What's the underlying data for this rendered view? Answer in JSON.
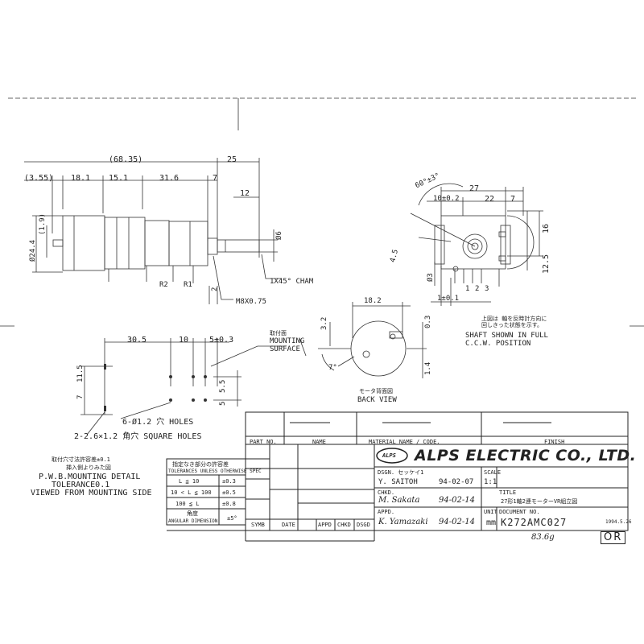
{
  "side_view": {
    "dim_overall": "(68.35)",
    "dim_shaft": "25",
    "dim_3_55": "(3.55)",
    "dim_18_1": "18.1",
    "dim_15_1": "15.1",
    "dim_31_6": "31.6",
    "dim_7": "7",
    "dim_12": "12",
    "dim_19": "(1.9)",
    "dim_24_4": "Ø24.4",
    "dim_6": "Ø6",
    "cham": "1X45° CHAM",
    "thread": "M8X0.75",
    "dim_2": "2",
    "r2": "R2",
    "r1": "R1"
  },
  "front_view": {
    "angle": "60°±3°",
    "dim_27": "27",
    "dim_10": "10±0.2",
    "dim_22": "22",
    "dim_7": "7",
    "dim_45": "4.5",
    "dim_16": "16",
    "dim_125": "12.5",
    "dim_3": "Ø3",
    "dim_1": "1±0.1",
    "pin1": "1",
    "pin2": "2",
    "pin3": "3",
    "note_jp": "上図は 軸を反時計方向に回しきった状態を示す。",
    "note_line1": "SHAFT SHOWN IN FULL",
    "note_line2": "C.C.W. POSITION"
  },
  "back_view": {
    "dim_18_2": "18.2",
    "dim_3_2": "3.2",
    "dim_0_3": "0.3",
    "dim_1_4": "1.4",
    "angle": "7°",
    "label_jp": "モータ背面図",
    "label": "BACK VIEW"
  },
  "mounting": {
    "surface_jp": "取付面",
    "surface_line1": "MOUNTING",
    "surface_line2": "SURFACE",
    "dim_30_5": "30.5",
    "dim_10": "10",
    "dim_5": "5±0.3",
    "dim_11_5": "11.5",
    "dim_7": "7",
    "dim_5_5": "5.5",
    "dim_5b": "5",
    "holes": "6-Ø1.2 穴 HOLES",
    "square_holes": "2-2.6×1.2 角穴 SQUARE HOLES",
    "tol_jp": "取付穴寸法許容差±0.1",
    "view_jp": "挿入側よりみた図",
    "detail": "P.W.B.MOUNTING DETAIL",
    "tolerance": "TOLERANCE0.1",
    "viewed": "VIEWED FROM MOUNTING SIDE"
  },
  "title_block": {
    "col_part_no": "PART NO.",
    "col_name": "NAME",
    "col_material": "MATERIAL NAME / CODE.",
    "col_finish": "FINISH",
    "logo_mark": "ALPS",
    "company": "ALPS ELECTRIC CO., LTD.",
    "tol_title_jp": "指定なき部分の許容差",
    "tol_title_en": "TOLERANCES UNLESS OTHERWISE SPEC",
    "tol_row1_range": "L ≦ 10",
    "tol_row1_val": "±0.3",
    "tol_row2_range": "10 < L ≦ 100",
    "tol_row2_val": "±0.5",
    "tol_row3_range": "100 ≦ L",
    "tol_row3_val": "±0.8",
    "ang_jp": "角度",
    "ang_en": "ANGULAR DIMENSION",
    "ang_val": "±5°",
    "rev_symb": "SYMB",
    "rev_date": "DATE",
    "rev_appd": "APPD",
    "rev_chkd": "CHKD",
    "rev_dsgd": "DSGD",
    "dsgn_label": "DSGN. セッケイ1",
    "dsgn_name": "Y. SAITOH",
    "dsgn_date": "94-02-07",
    "scale_label": "SCALE",
    "scale_val": "1:1",
    "chkd_label": "CHKD.",
    "chkd_sign": "M. Sakata",
    "chkd_date": "94-02-14",
    "title_label": "TITLE",
    "title_val": "27形1軸2連モーターVR組立図",
    "appd_label": "APPD.",
    "appd_sign": "K. Yamazaki",
    "appd_date": "94-02-14",
    "unit_label": "UNIT",
    "unit_val": "mm",
    "docno_label": "DOCUMENT NO.",
    "docno_val": "K272AMC027",
    "doc_date": "1994.5.26",
    "weight": "83.6g",
    "or_mark": "OR"
  }
}
